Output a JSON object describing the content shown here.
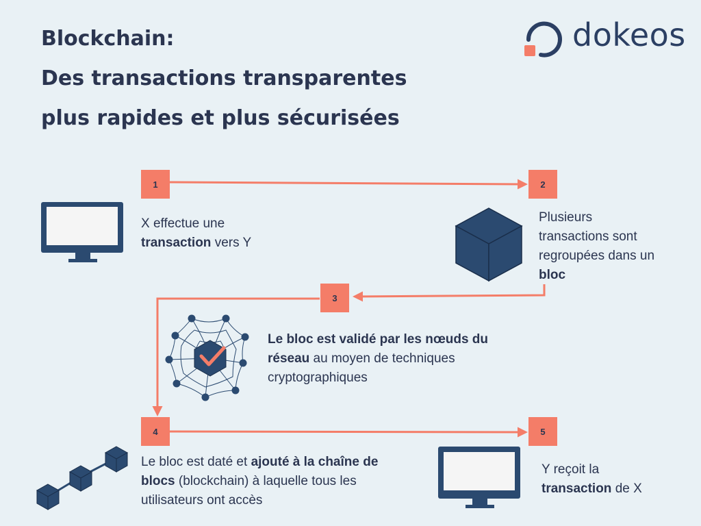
{
  "title": {
    "line1": "Blockchain:",
    "line2": "Des transactions transparentes",
    "line3": "plus rapides et plus sécurisées"
  },
  "logo": {
    "text": "dokeos",
    "mark_color": "#f47d68",
    "ring_color": "#2b3f63"
  },
  "colors": {
    "accent": "#f47d68",
    "navy": "#2b4a70",
    "background": "#e9f1f5",
    "text": "#2b3550"
  },
  "steps": [
    {
      "number": "1",
      "text_before": "X effectue une",
      "bold": "transaction",
      "text_after": " vers Y",
      "icon": "monitor-icon"
    },
    {
      "number": "2",
      "text_before": "Plusieurs transactions sont regroupées dans un ",
      "bold": "bloc",
      "text_after": "",
      "icon": "cube-icon"
    },
    {
      "number": "3",
      "text_before": "",
      "bold": "Le bloc est validé par les nœuds du réseau",
      "text_after": " au moyen de techniques cryptographiques",
      "icon": "network-check-icon"
    },
    {
      "number": "4",
      "text_before": "Le bloc est daté et ",
      "bold": "ajouté à la chaîne de blocs",
      "text_after": " (blockchain) à laquelle tous les utilisateurs ont accès",
      "icon": "chain-of-blocks-icon"
    },
    {
      "number": "5",
      "text_before": "Y reçoit la",
      "bold": "transaction",
      "text_after": " de X",
      "icon": "monitor-icon"
    }
  ]
}
